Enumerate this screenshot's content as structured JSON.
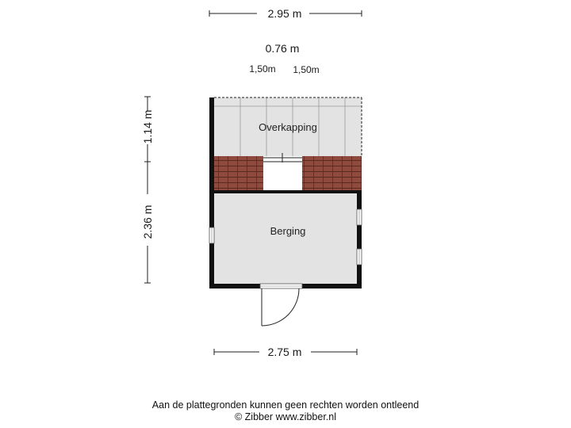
{
  "dimensions": {
    "top_width": "2.95 m",
    "gap_width": "0.76 m",
    "tile_left": "1,50m",
    "tile_right": "1,50m",
    "left_upper": "1.14 m",
    "left_lower": "2.36 m",
    "bottom_width": "2.75 m"
  },
  "rooms": {
    "overkapping": "Overkapping",
    "berging": "Berging"
  },
  "footer": {
    "disclaimer": "Aan de plattegronden kunnen geen rechten worden ontleend",
    "copyright": "© Zibber www.zibber.nl"
  },
  "colors": {
    "wall": "#111111",
    "floor": "#e3e3e3",
    "tile": "#8e4a3c",
    "tile_line": "#5a2a20"
  }
}
